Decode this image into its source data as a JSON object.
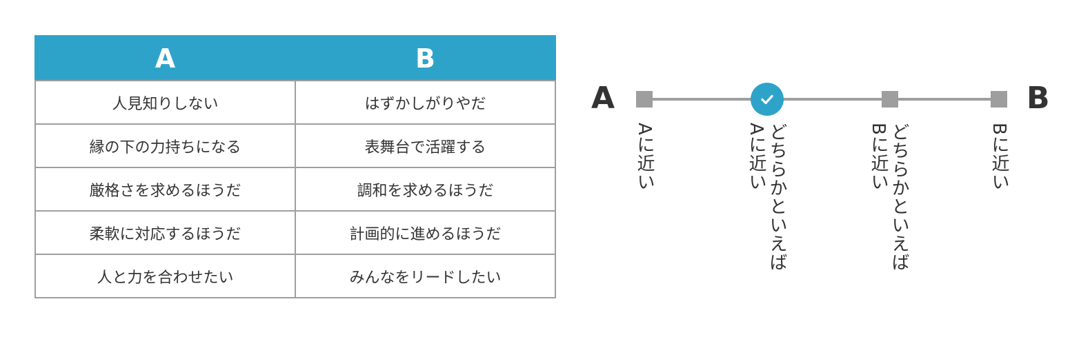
{
  "table": {
    "headers": [
      "A",
      "B"
    ],
    "rows": [
      [
        "人見知りしない",
        "はずかしがりやだ"
      ],
      [
        "縁の下の力持ちになる",
        "表舞台で活躍する"
      ],
      [
        "厳格さを求めるほうだ",
        "調和を求めるほうだ"
      ],
      [
        "柔軟に対応するほうだ",
        "計画的に進めるほうだ"
      ],
      [
        "人と力を合わせたい",
        "みんなをリードしたい"
      ]
    ]
  },
  "scale": {
    "left_label": "A",
    "right_label": "B",
    "selected_index": 1,
    "options": [
      {
        "label": "Aに近い"
      },
      {
        "label": "どちらかといえば\nAに近い"
      },
      {
        "label": "どちらかといえば\nBに近い"
      },
      {
        "label": "Bに近い"
      }
    ]
  },
  "colors": {
    "accent": "#2ea3c9",
    "line": "#9e9e9e",
    "text": "#333333"
  },
  "icons": {
    "selected": "check-icon"
  }
}
